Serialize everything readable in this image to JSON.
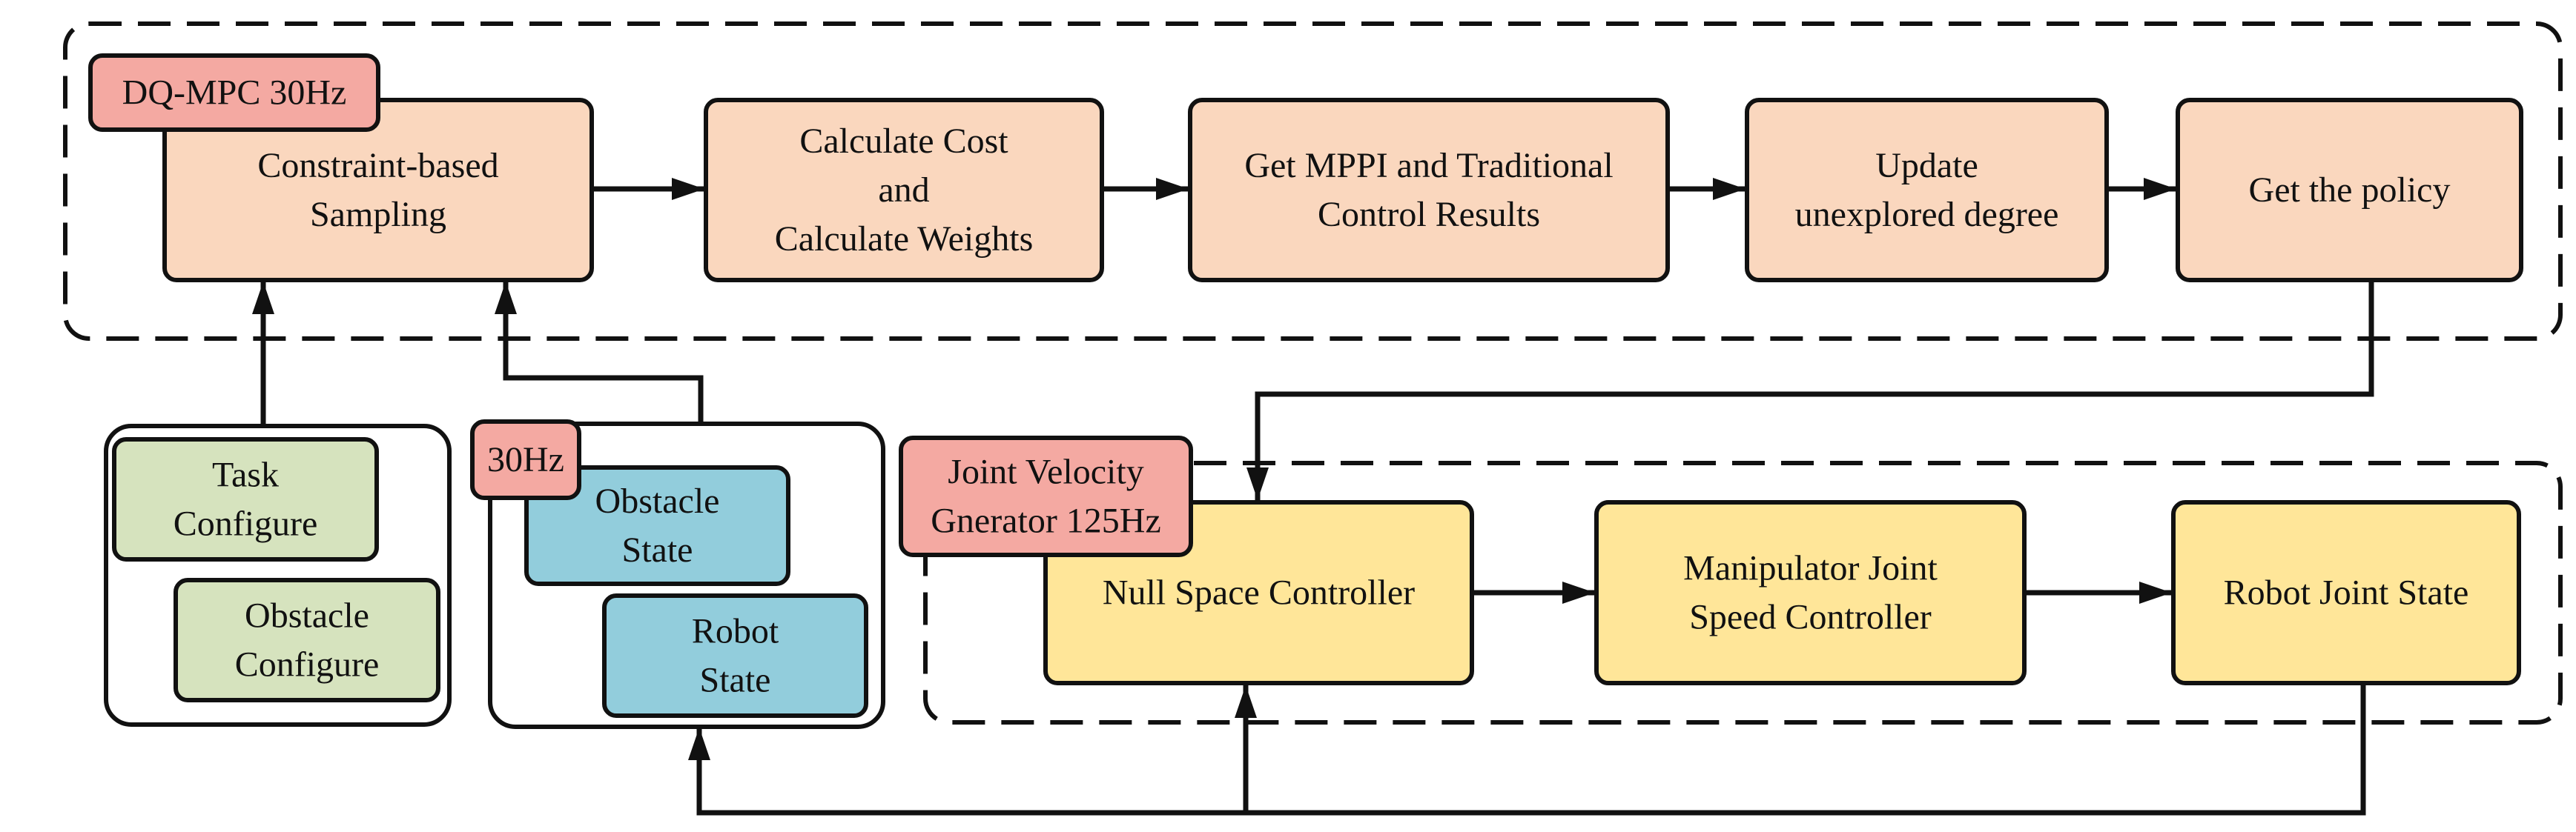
{
  "colors": {
    "mpc_box": "#FAD7BE",
    "label_box": "#F4A9A2",
    "config_box": "#D6E3BE",
    "state_box": "#92CDDC",
    "controller_box": "#FFE699",
    "stroke": "#111111"
  },
  "mpc": {
    "label": "DQ-MPC 30Hz",
    "boxes": [
      {
        "lines": [
          "Constraint-based",
          "Sampling"
        ]
      },
      {
        "lines": [
          "Calculate Cost",
          "and",
          "Calculate Weights"
        ]
      },
      {
        "lines": [
          "Get MPPI and Traditional",
          "Control Results"
        ]
      },
      {
        "lines": [
          "Update",
          "unexplored degree"
        ]
      },
      {
        "lines": [
          "Get the policy"
        ]
      }
    ]
  },
  "config": {
    "boxes": [
      {
        "lines": [
          "Task",
          "Configure"
        ]
      },
      {
        "lines": [
          "Obstacle",
          "Configure"
        ]
      }
    ]
  },
  "state": {
    "label": "30Hz",
    "boxes": [
      {
        "lines": [
          "Obstacle",
          "State"
        ]
      },
      {
        "lines": [
          "Robot",
          "State"
        ]
      }
    ]
  },
  "controller": {
    "label": [
      "Joint Velocity",
      "Gnerator 125Hz"
    ],
    "boxes": [
      {
        "lines": [
          "Null Space Controller"
        ]
      },
      {
        "lines": [
          "Manipulator Joint",
          "Speed Controller"
        ]
      },
      {
        "lines": [
          "Robot Joint State"
        ]
      }
    ]
  }
}
